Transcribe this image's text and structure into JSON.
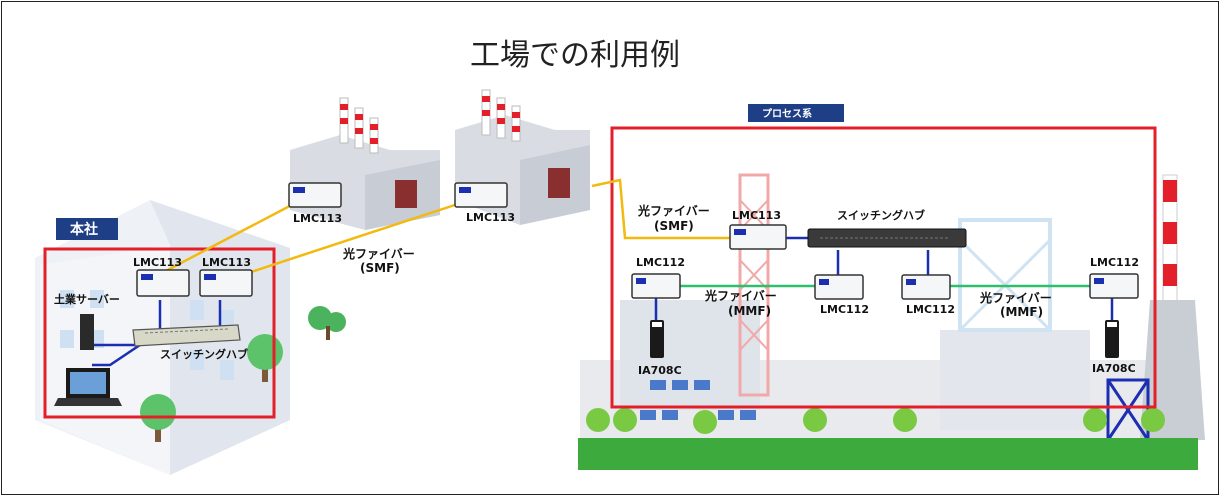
{
  "title": "工場での利用例",
  "sections": {
    "hq": "本社",
    "process": "プロセス系"
  },
  "labels": {
    "hq_lmc113_a": "LMC113",
    "hq_lmc113_b": "LMC113",
    "hq_server": "土業サーバー",
    "hq_switch": "スイッチングハブ",
    "factory1_lmc": "LMC113",
    "factory2_lmc": "LMC113",
    "smf_mid_1": "光ファイバー",
    "smf_mid_2": "(SMF)",
    "proc_smf_1": "光ファイバー",
    "proc_smf_2": "(SMF)",
    "proc_lmc113": "LMC113",
    "proc_switch": "スイッチングハブ",
    "proc_lmc112_left": "LMC112",
    "proc_lmc112_c1": "LMC112",
    "proc_lmc112_c2": "LMC112",
    "proc_lmc112_right": "LMC112",
    "mmf_left_1": "光ファイバー",
    "mmf_left_2": "(MMF)",
    "mmf_right_1": "光ファイバー",
    "mmf_right_2": "(MMF)",
    "ia_left": "IA708C",
    "ia_right": "IA708C"
  },
  "colors": {
    "highlight_box": "#e3202a",
    "smf_line": "#f2b90f",
    "mmf_line": "#2fbf6b",
    "lan_line": "#1c2fb0",
    "badge_bg": "#1e3f86",
    "ground": "#3caa3c"
  }
}
